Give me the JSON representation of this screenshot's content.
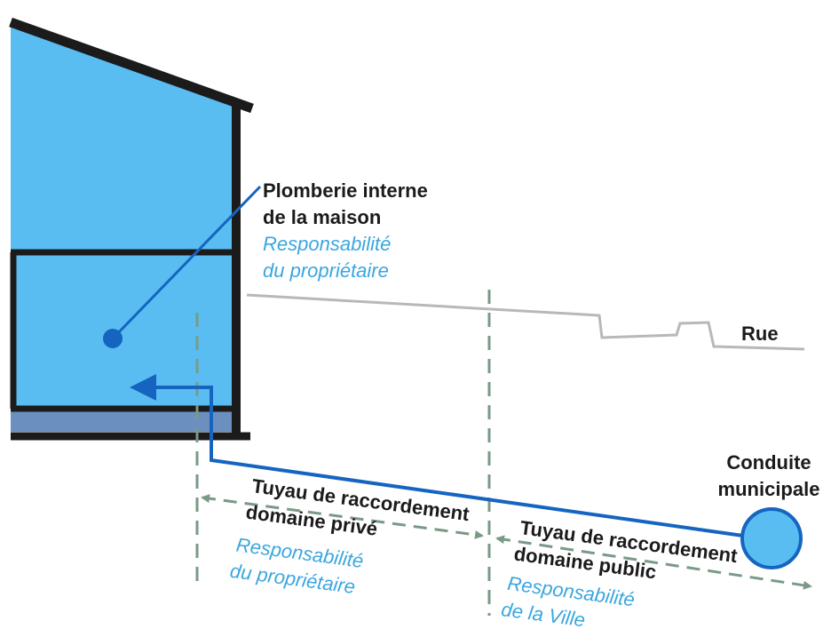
{
  "colors": {
    "house_fill": "#59bdf2",
    "house_outline": "#1b1b1b",
    "foundation": "#6b8fbf",
    "pipe_blue": "#1565c0",
    "italic_blue": "#3aa6df",
    "street_gray": "#b8b8b8",
    "divider_green": "#7a9a86",
    "main_fill": "#59bdf2"
  },
  "labels": {
    "house_plumbing": {
      "line1": "Plomberie interne",
      "line2": "de la maison",
      "resp1": "Responsabilité",
      "resp2": "du propriétaire"
    },
    "street": "Rue",
    "municipal_main": {
      "line1": "Conduite",
      "line2": "municipale"
    },
    "private_segment": {
      "line1": "Tuyau de raccordement",
      "line2": "domaine privé",
      "resp1": "Responsabilité",
      "resp2": "du propriétaire"
    },
    "public_segment": {
      "line1": "Tuyau de raccordement",
      "line2": "domaine public",
      "resp1": "Responsabilité",
      "resp2": "de la Ville"
    }
  }
}
